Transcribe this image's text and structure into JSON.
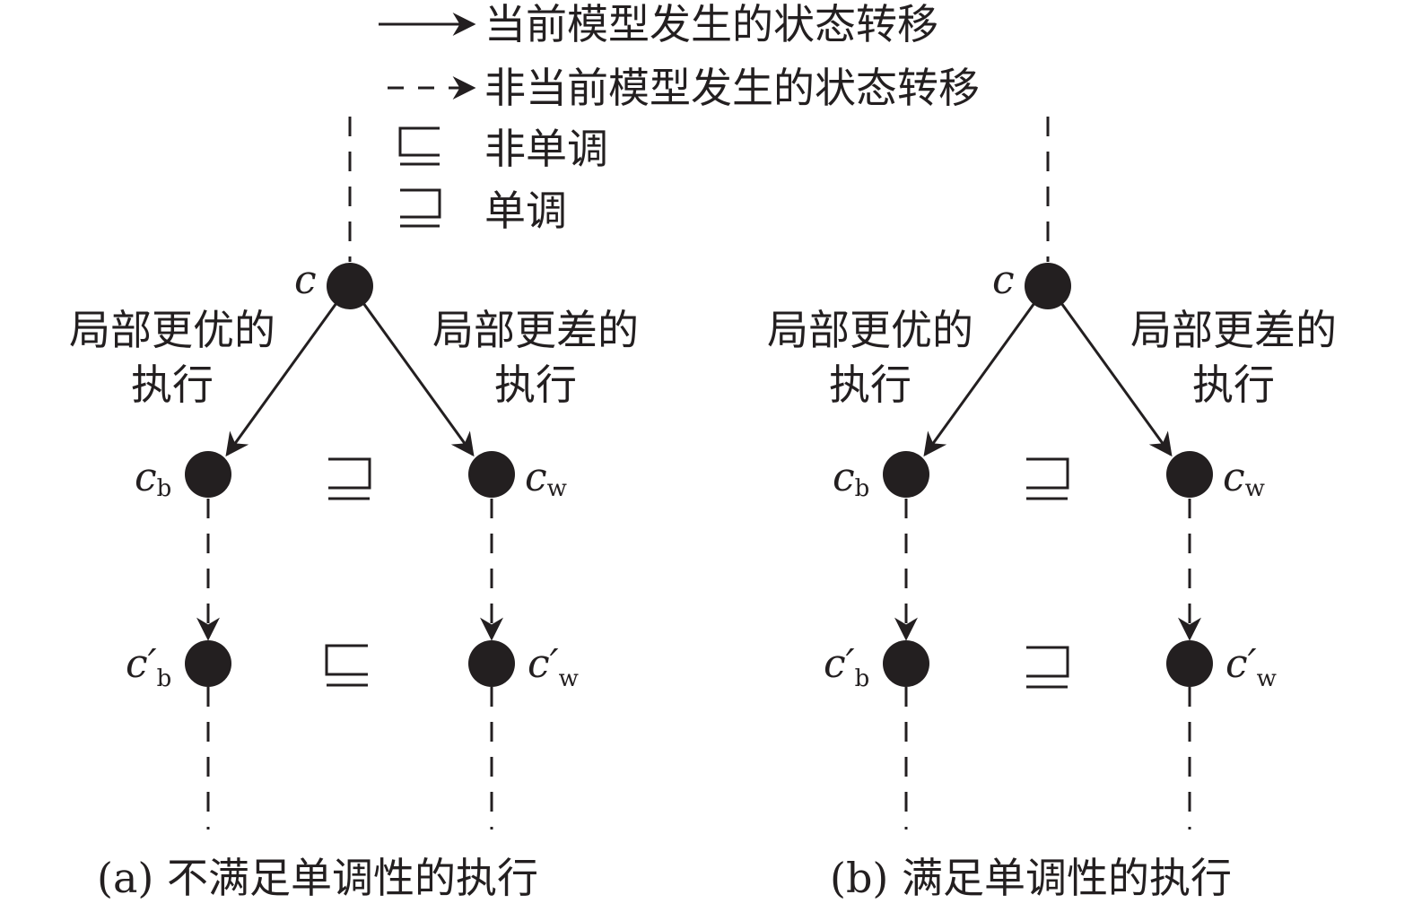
{
  "legend": {
    "solid_arrow_label": "当前模型发生的状态转移",
    "dashed_arrow_label": "非当前模型发生的状态转移",
    "not_monotonic_label": "非单调",
    "monotonic_label": "单调"
  },
  "panels": [
    {
      "id": "a",
      "caption": "(a) 不满足单调性的执行",
      "left_branch_label": [
        "局部更优的",
        "执行"
      ],
      "right_branch_label": [
        "局部更差的",
        "执行"
      ],
      "root_node": "c",
      "nodes": {
        "cb": {
          "base": "c",
          "prime": "",
          "sub": "b"
        },
        "cw": {
          "base": "c",
          "prime": "",
          "sub": "w"
        },
        "cb2": {
          "base": "c",
          "prime": "′",
          "sub": "b"
        },
        "cw2": {
          "base": "c",
          "prime": "′",
          "sub": "w"
        }
      },
      "relations": {
        "top": "monotonic",
        "bottom": "not_monotonic"
      }
    },
    {
      "id": "b",
      "caption": "(b) 满足单调性的执行",
      "left_branch_label": [
        "局部更优的",
        "执行"
      ],
      "right_branch_label": [
        "局部更差的",
        "执行"
      ],
      "root_node": "c",
      "nodes": {
        "cb": {
          "base": "c",
          "prime": "",
          "sub": "b"
        },
        "cw": {
          "base": "c",
          "prime": "",
          "sub": "w"
        },
        "cb2": {
          "base": "c",
          "prime": "′",
          "sub": "b"
        },
        "cw2": {
          "base": "c",
          "prime": "′",
          "sub": "w"
        }
      },
      "relations": {
        "top": "monotonic",
        "bottom": "monotonic"
      }
    }
  ],
  "colors": {
    "ink": "#231f20",
    "background": "#ffffff"
  }
}
